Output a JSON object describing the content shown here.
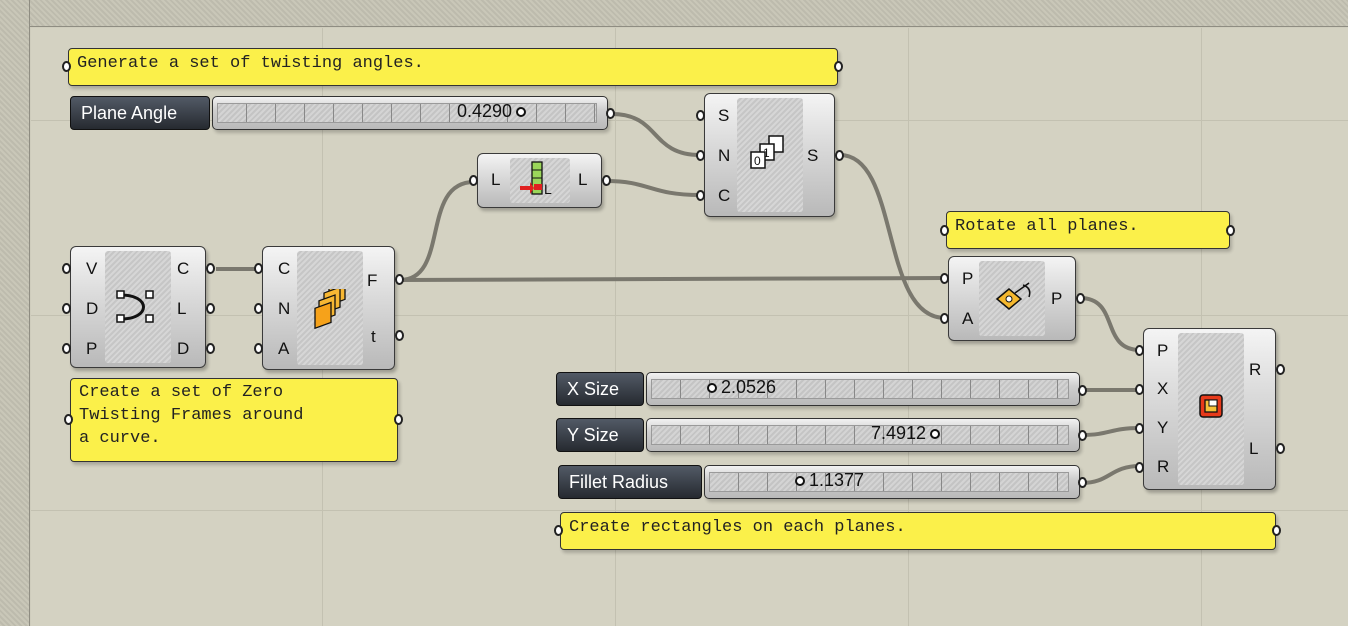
{
  "notes": {
    "angles": "Generate a set of twisting angles.",
    "rotate": "Rotate all planes.",
    "zero_frames": "Create a set of Zero\nTwisting Frames around\na curve.",
    "rectangles": "Create rectangles on each planes."
  },
  "sliders": {
    "plane_angle": {
      "name": "Plane Angle",
      "value": "0.4290"
    },
    "x_size": {
      "name": "X Size",
      "value": "2.0526"
    },
    "y_size": {
      "name": "Y Size",
      "value": "7.4912"
    },
    "fillet": {
      "name": "Fillet Radius",
      "value": "1.1377"
    }
  },
  "components": {
    "curve": {
      "inputs": [
        "V",
        "D",
        "P"
      ],
      "outputs": [
        "C",
        "L",
        "D"
      ],
      "icon": "interpolate-curve-icon"
    },
    "frames": {
      "inputs": [
        "C",
        "N",
        "A"
      ],
      "outputs": [
        "F",
        "t"
      ],
      "icon": "zero-twisting-frames-icon"
    },
    "list_length": {
      "inputs": [
        "L"
      ],
      "outputs": [
        "L"
      ],
      "icon": "list-length-icon"
    },
    "series": {
      "inputs": [
        "S",
        "N",
        "C"
      ],
      "outputs": [
        "S"
      ],
      "icon": "series-icon"
    },
    "rotate": {
      "inputs": [
        "P",
        "A"
      ],
      "outputs": [
        "P"
      ],
      "icon": "rotate-plane-icon"
    },
    "rectangle": {
      "inputs": [
        "P",
        "X",
        "Y",
        "R"
      ],
      "outputs": [
        "R",
        "L"
      ],
      "icon": "rectangle-icon"
    }
  },
  "colors": {
    "note": "#fbf04a",
    "wire": "#7a786e",
    "canvas": "#d4d2c2"
  }
}
